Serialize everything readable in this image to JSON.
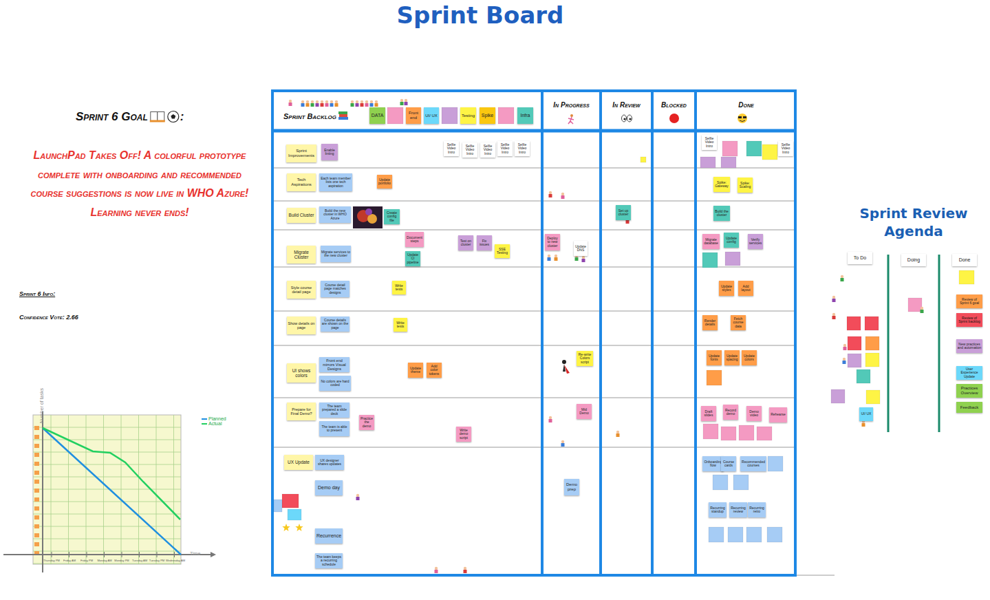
{
  "diagram": {
    "title": "Sprint Board",
    "nodes": [
      {
        "text": [
          "DATA"
        ]
      },
      {
        "text": [
          "Front end"
        ]
      },
      {
        "text": [
          "UI/ UX"
        ]
      },
      {
        "text": [
          "Testing"
        ]
      },
      {
        "text": [
          "Spike"
        ]
      },
      {
        "text": [
          "Infra"
        ]
      },
      {
        "text": [
          "Sprint Improvements"
        ]
      },
      {
        "text": [
          "Enable linting"
        ]
      },
      {
        "text": [
          "Selfie Video Intro"
        ]
      },
      {
        "text": [
          "Selfie Video Intro"
        ]
      },
      {
        "text": [
          "Selfie Video Intro"
        ]
      },
      {
        "text": [
          "Selfie Video Intro"
        ]
      },
      {
        "text": [
          "Selfie Video Intro"
        ]
      },
      {
        "text": [
          "Selfie Video Intro"
        ]
      },
      {
        "text": [
          "Selfie Video Intro"
        ]
      },
      {
        "text": [
          "Tech Aspirations"
        ]
      },
      {
        "text": [
          "Each team member lists one tech aspiration"
        ]
      },
      {
        "text": [
          "Update portfolio"
        ]
      },
      {
        "text": [
          "Spike: Gateway"
        ]
      },
      {
        "text": [
          "Spike: Scaling"
        ]
      },
      {
        "text": [
          "Build Cluster"
        ]
      },
      {
        "text": [
          "Build the new cluster in WHO Azure"
        ]
      },
      {
        "text": [
          "Create config file"
        ]
      },
      {
        "text": [
          "Set up cluster"
        ]
      },
      {
        "text": [
          "Build the cluster"
        ]
      },
      {
        "text": [
          "Migrate Cluster"
        ]
      },
      {
        "text": [
          "Migrate services to the new cluster"
        ]
      },
      {
        "text": [
          "Document steps"
        ]
      },
      {
        "text": [
          "Update CI pipeline"
        ]
      },
      {
        "text": [
          "Test on cluster"
        ]
      },
      {
        "text": [
          "Fix issues"
        ]
      },
      {
        "text": [
          "SSE Testing"
        ]
      },
      {
        "text": [
          "Deploy to new cluster"
        ]
      },
      {
        "text": [
          "Update DNS"
        ]
      },
      {
        "text": [
          "Migrate database"
        ]
      },
      {
        "text": [
          "Update config"
        ]
      },
      {
        "text": [
          "Verify services"
        ]
      },
      {
        "text": [
          "Style course detail page"
        ]
      },
      {
        "text": [
          "Course detail page matches designs"
        ]
      },
      {
        "text": [
          "Write tests"
        ]
      },
      {
        "text": [
          "Update styles"
        ]
      },
      {
        "text": [
          "Add layout"
        ]
      },
      {
        "text": [
          "Show details on page"
        ]
      },
      {
        "text": [
          "Course details are shown on the page"
        ]
      },
      {
        "text": [
          "Write tests"
        ]
      },
      {
        "text": [
          "Render details"
        ]
      },
      {
        "text": [
          "Fetch course data"
        ]
      },
      {
        "text": [
          "UI shows colors"
        ]
      },
      {
        "text": [
          "Front end mirrors Visual Designs"
        ]
      },
      {
        "text": [
          "No colors are hard coded"
        ]
      },
      {
        "text": [
          "Update theme"
        ]
      },
      {
        "text": [
          "Add color tokens"
        ]
      },
      {
        "text": [
          "Re-write Colors script"
        ]
      },
      {
        "text": [
          "Update fonts"
        ]
      },
      {
        "text": [
          "Update spacing"
        ]
      },
      {
        "text": [
          "Update colors"
        ]
      },
      {
        "text": [
          "Prepare for Final Demo?"
        ]
      },
      {
        "text": [
          "The team prepared a slide deck"
        ]
      },
      {
        "text": [
          "The team is able to present"
        ]
      },
      {
        "text": [
          "Practice the demo"
        ]
      },
      {
        "text": [
          "Write demo script"
        ]
      },
      {
        "text": [
          "Mid Demo"
        ]
      },
      {
        "text": [
          "Draft slides"
        ]
      },
      {
        "text": [
          "Record demo"
        ]
      },
      {
        "text": [
          "Demo video"
        ]
      },
      {
        "text": [
          "Rehearse"
        ]
      },
      {
        "text": [
          "UX Update"
        ]
      },
      {
        "text": [
          "UX designer shares updates"
        ]
      },
      {
        "text": [
          "Onboarding flow"
        ]
      },
      {
        "text": [
          "Course cards"
        ]
      },
      {
        "text": [
          "Recommended courses"
        ]
      },
      {
        "text": [
          "Demo day"
        ]
      },
      {
        "text": [
          "Demo prep"
        ]
      },
      {
        "text": [
          "Recurrence"
        ]
      },
      {
        "text": [
          "The team keeps a recurring schedule"
        ]
      },
      {
        "text": [
          "Recurring standup"
        ]
      },
      {
        "text": [
          "Recurring review"
        ]
      },
      {
        "text": [
          "Recurring retro"
        ]
      },
      {
        "text": [
          "To Do"
        ]
      },
      {
        "text": [
          "Doing"
        ]
      },
      {
        "text": [
          "Done"
        ]
      },
      {
        "text": [
          "UI/ UX"
        ]
      },
      {
        "text": [
          "Review of Sprint 6 goal"
        ]
      },
      {
        "text": [
          "Review of Sprint backlog"
        ]
      },
      {
        "text": [
          "New practices and automation"
        ]
      },
      {
        "text": [
          "User Experience Update"
        ]
      },
      {
        "text": [
          "Practices Overview"
        ]
      },
      {
        "text": [
          "Feedback"
        ]
      }
    ],
    "labels": [
      "Sprint 6 Goal",
      ":",
      "LaunchPad Takes Off! A colorful prototype complete with onboarding and recommended course suggestions is now live in WHO Azure! Learning never ends!",
      "Sprint 6 Info:",
      "Confidence Vote: 2.66",
      "Number of tasks",
      "Time",
      "Thursday PM",
      "Friday AM",
      "Friday PM",
      "Monday AM",
      "Monday PM",
      "Tuesday AM",
      "Tuesday PM",
      "Wednesday AM",
      "Sprint Backlog",
      "In Progress",
      "In Review",
      "Blocked",
      "Done",
      "Sprint Review Agenda"
    ],
    "legend": [
      {
        "text": "Planned"
      },
      {
        "text": "Actual"
      }
    ]
  }
}
